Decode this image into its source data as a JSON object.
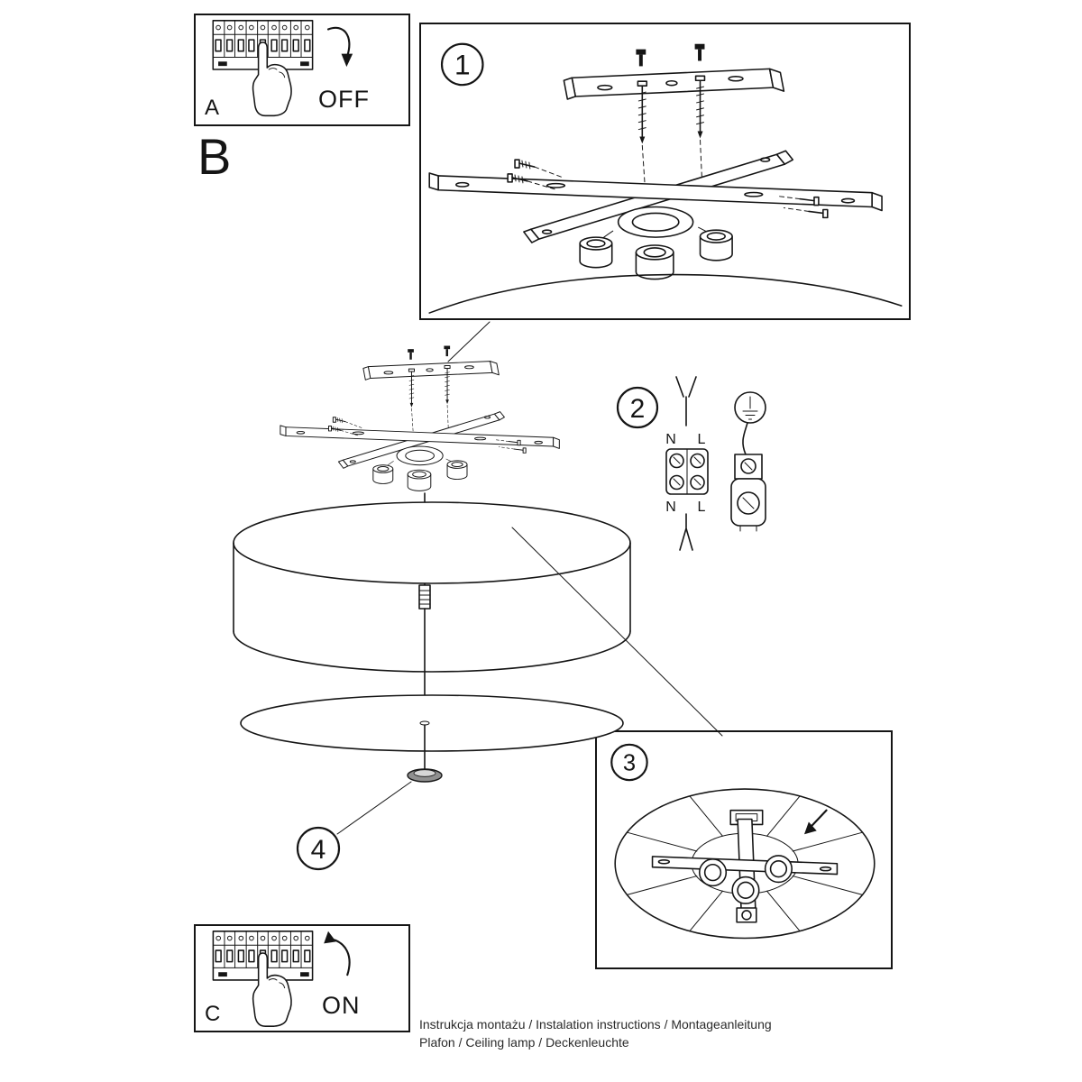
{
  "labels": {
    "panel_a": "A",
    "panel_b": "B",
    "panel_c": "C",
    "off": "OFF",
    "on": "ON",
    "step1": "1",
    "step2": "2",
    "step3": "3",
    "step4": "4",
    "wire_top_n": "N",
    "wire_top_l": "L",
    "wire_bottom_n": "N",
    "wire_bottom_l": "L"
  },
  "footer": {
    "line1": "Instrukcja montażu / Instalation instructions / Montageanleitung",
    "line2": "Plafon / Ceiling lamp / Deckenleuchte"
  },
  "colors": {
    "line": "#151515",
    "background": "#ffffff"
  }
}
